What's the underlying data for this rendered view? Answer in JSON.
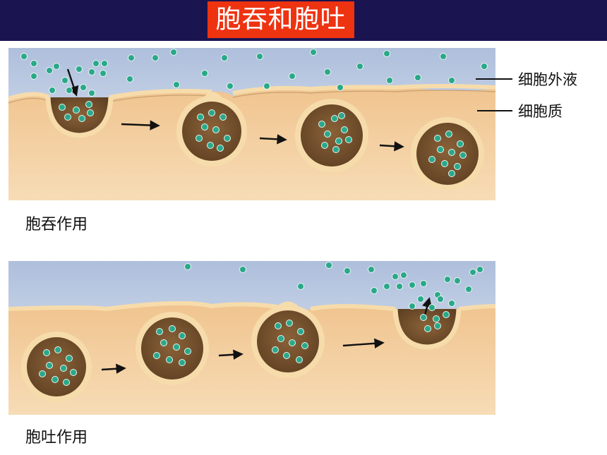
{
  "title": "胞吞和胞吐",
  "labels": {
    "extracellular_fluid": "细胞外液",
    "cytoplasm": "细胞质"
  },
  "captions": {
    "endocytosis": "胞吞作用",
    "exocytosis": "胞吐作用"
  },
  "colors": {
    "title_bar": "#1a1551",
    "title_box": "#ee3311",
    "extracellular": "#c9d6e8",
    "cytoplasm": "#f1c99a",
    "membrane": "#f7dcab",
    "vesicle_interior": "#7a5532",
    "particle": "#2aa88a"
  }
}
